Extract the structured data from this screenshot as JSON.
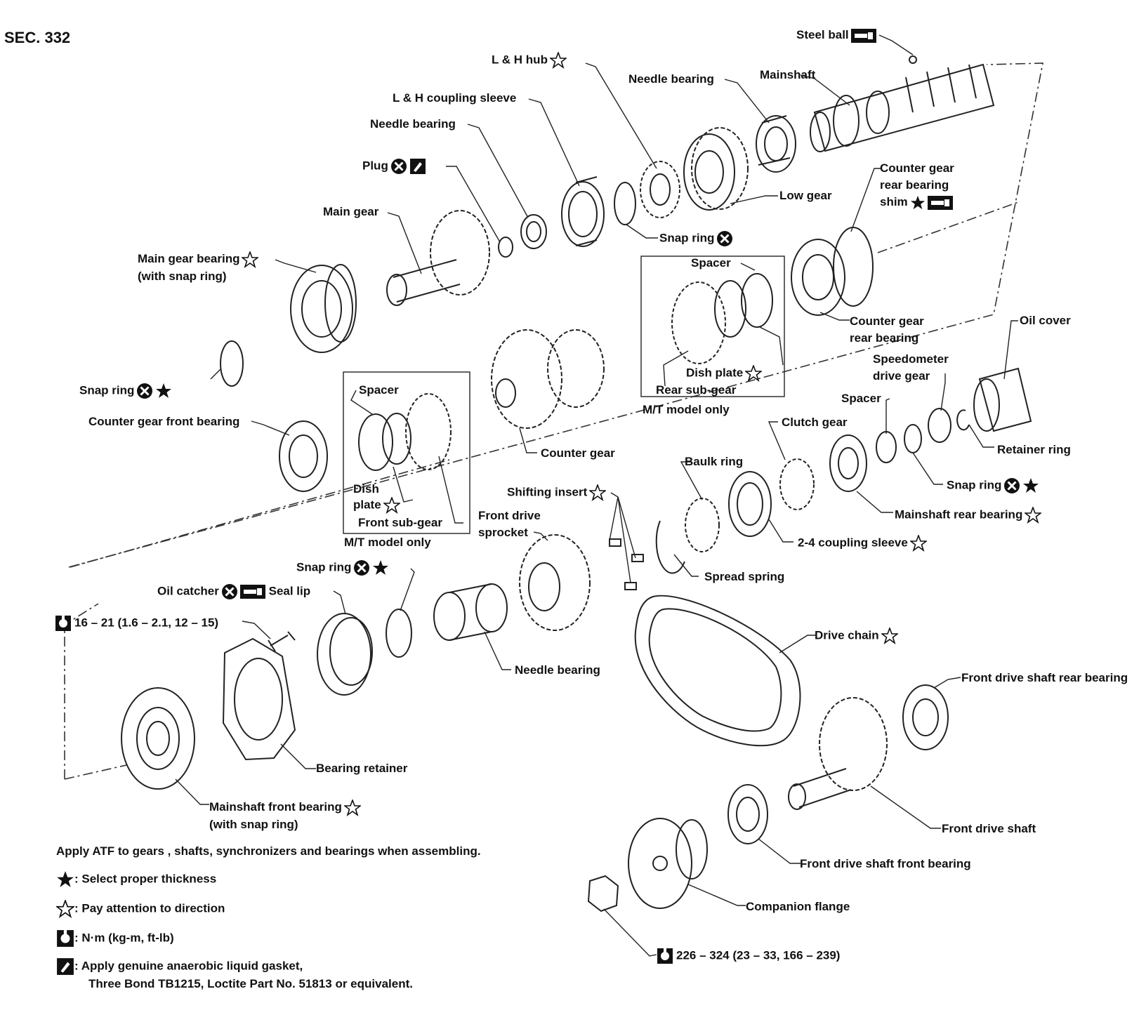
{
  "section": "SEC. 332",
  "labels": {
    "steel_ball": "Steel ball",
    "lh_hub": "L & H hub",
    "needle_bearing_top": "Needle bearing",
    "mainshaft": "Mainshaft",
    "lh_coupling_sleeve": "L & H coupling sleeve",
    "needle_bearing_2": "Needle bearing",
    "plug": "Plug",
    "main_gear": "Main gear",
    "low_gear": "Low gear",
    "counter_gear_rear_bearing_shim_1": "Counter gear",
    "counter_gear_rear_bearing_shim_2": "rear bearing",
    "counter_gear_rear_bearing_shim_3": "shim",
    "snap_ring_1": "Snap ring",
    "main_gear_bearing_1": "Main gear bearing",
    "main_gear_bearing_2": "(with snap ring)",
    "spacer_mt": "Spacer",
    "counter_gear_rear_bearing_1": "Counter gear",
    "counter_gear_rear_bearing_2": "rear bearing",
    "oil_cover": "Oil cover",
    "dish_plate_mt": "Dish plate",
    "rear_sub_gear": "Rear sub-gear",
    "mt_model_only_1": "M/T model only",
    "speedometer_drive_gear_1": "Speedometer",
    "speedometer_drive_gear_2": "drive gear",
    "snap_ring_2": "Snap ring",
    "spacer_front": "Spacer",
    "spacer_right": "Spacer",
    "clutch_gear": "Clutch gear",
    "counter_gear_front_bearing": "Counter gear front bearing",
    "counter_gear": "Counter gear",
    "retainer_ring": "Retainer ring",
    "baulk_ring": "Baulk ring",
    "snap_ring_3": "Snap ring",
    "dish_plate_front_1": "Dish",
    "dish_plate_front_2": "plate",
    "front_sub_gear": "Front sub-gear",
    "mt_model_only_2": "M/T model only",
    "shifting_insert": "Shifting insert",
    "front_drive_sprocket_1": "Front drive",
    "front_drive_sprocket_2": "sprocket",
    "mainshaft_rear_bearing": "Mainshaft rear bearing",
    "coupling_sleeve_24": "2-4 coupling sleeve",
    "snap_ring_4": "Snap ring",
    "spread_spring": "Spread spring",
    "oil_catcher": "Oil catcher",
    "seal_lip": "Seal lip",
    "torque_1": "16 – 21 (1.6 – 2.1, 12 – 15)",
    "drive_chain": "Drive chain",
    "needle_bearing_3": "Needle bearing",
    "front_drive_shaft_rear_bearing": "Front drive shaft rear bearing",
    "bearing_retainer": "Bearing retainer",
    "mainshaft_front_bearing_1": "Mainshaft front bearing",
    "mainshaft_front_bearing_2": "(with snap ring)",
    "front_drive_shaft": "Front drive shaft",
    "front_drive_shaft_front_bearing": "Front drive shaft front bearing",
    "companion_flange": "Companion flange",
    "torque_2": "226 – 324 (23 – 33, 166 – 239)"
  },
  "notes": {
    "apply_atf": "Apply ATF to gears , shafts, synchronizers and bearings when assembling.",
    "select_thickness": ": Select proper thickness",
    "pay_attention": ": Pay attention to direction",
    "torque_units": ": N·m (kg-m, ft-lb)",
    "gasket_1": ": Apply genuine anaerobic liquid gasket,",
    "gasket_2": "Three Bond TB1215, Loctite Part No. 51813 or equivalent."
  }
}
